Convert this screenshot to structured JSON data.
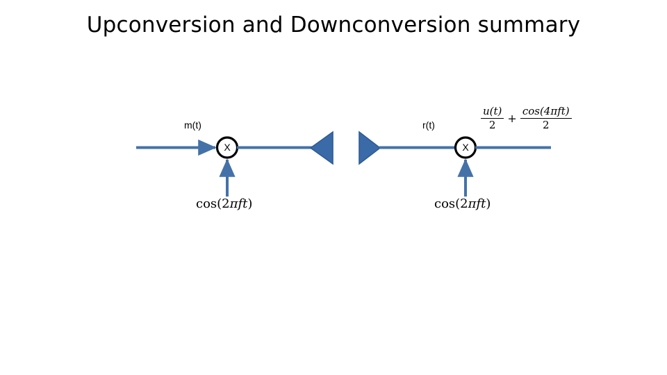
{
  "slide": {
    "title": "Upconversion and Downconversion summary",
    "background_color": "#ffffff",
    "accent_color": "#4472A8",
    "triangle_fill": "#3B6AA8",
    "triangle_stroke": "#2F5B94",
    "mixer_stroke": "#000000"
  },
  "upconversion": {
    "input_label": "m(t)",
    "mixer_symbol": "X",
    "carrier_label_prefix": "cos(2",
    "carrier_label_pi": "π",
    "carrier_label_f": "f",
    "carrier_label_t": "t",
    "carrier_label_suffix": ")",
    "carrier_label_full": "cos(2πft)",
    "antenna_name": "transmit-antenna"
  },
  "downconversion": {
    "input_label": "r(t)",
    "mixer_symbol": "X",
    "carrier_label_full": "cos(2πft)",
    "antenna_name": "receive-antenna",
    "output_expression": {
      "term1_num": "u(t)",
      "term1_den": "2",
      "operator": "+",
      "term2_num": "cos(4πft)",
      "term2_den": "2",
      "full": "u(t)/2 + cos(4πft)/2"
    }
  }
}
